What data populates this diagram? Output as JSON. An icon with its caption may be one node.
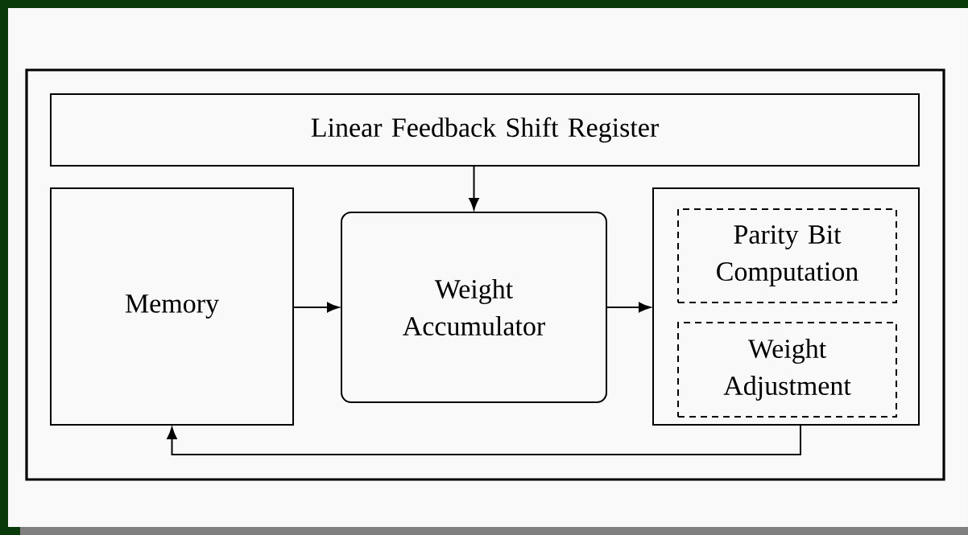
{
  "diagram": {
    "nodes": [
      {
        "text": [
          "Linear Feedback Shift Register"
        ]
      },
      {
        "text": [
          "Memory"
        ]
      },
      {
        "text": [
          "Weight Accumulator"
        ]
      },
      {
        "text": [],
        "shape": "box"
      },
      {
        "text": [
          "Parity Bit Computation"
        ],
        "in": 3
      },
      {
        "text": [
          "Weight Adjustment"
        ],
        "in": 3
      }
    ],
    "edges": [
      {
        "from": 0,
        "to": 2,
        "arrow": "to"
      },
      {
        "from": 1,
        "to": 2,
        "arrow": "to"
      },
      {
        "from": 2,
        "to": 3,
        "arrow": "to"
      },
      {
        "from": 3,
        "to": 1,
        "arrow": "to"
      }
    ]
  }
}
